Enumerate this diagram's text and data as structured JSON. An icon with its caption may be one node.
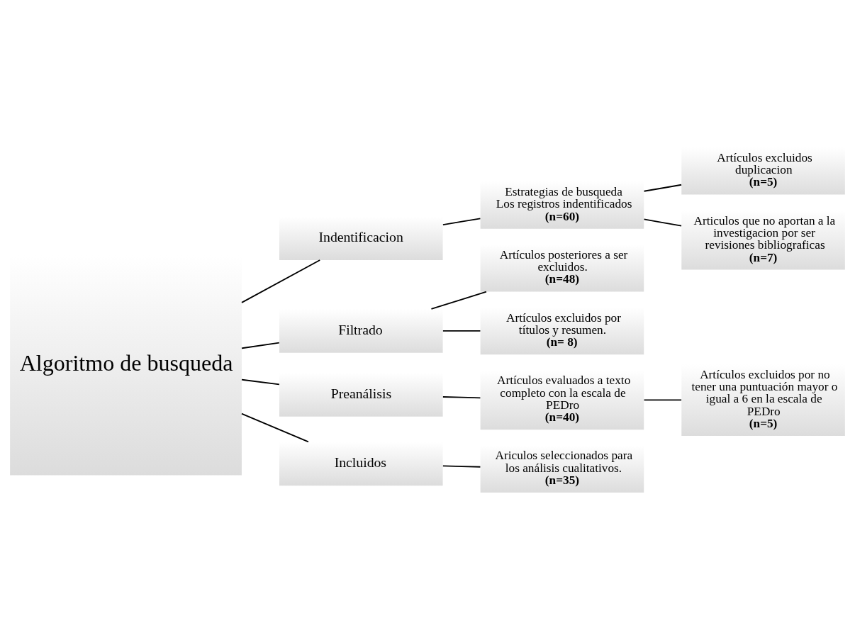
{
  "diagram": {
    "nodes": [
      {
        "text": [
          "Algoritmo de busqueda"
        ]
      },
      {
        "text": [
          "Indentificacion"
        ]
      },
      {
        "text": [
          "Estrategias de busqueda",
          "Los registros indentificados",
          "(n=60)"
        ]
      },
      {
        "text": [
          "Artículos excluidos duplicacion",
          "(n=5)"
        ]
      },
      {
        "text": [
          "Articulos que no aportan a la investigacion por ser revisiones bibliograficas",
          "(n=7)"
        ]
      },
      {
        "text": [
          "Filtrado"
        ]
      },
      {
        "text": [
          "Artículos posteriores a ser excluidos.",
          "(n=48)"
        ]
      },
      {
        "text": [
          "Artículos excluidos por títulos y resumen.",
          "(n= 8)"
        ]
      },
      {
        "text": [
          "Preanálisis"
        ]
      },
      {
        "text": [
          "Artículos evaluados a texto completo con la escala de PEDro",
          "(n=40)"
        ]
      },
      {
        "text": [
          "Artículos excluidos por no tener una puntuación mayor o igual a 6 en la escala de PEDro",
          "(n=5)"
        ]
      },
      {
        "text": [
          "Incluidos"
        ]
      },
      {
        "text": [
          "Ariculos seleccionados para los análisis cualitativos.",
          "(n=35)"
        ]
      }
    ],
    "edges": [
      {
        "from": 0,
        "to": 1,
        "arrow": "none"
      },
      {
        "from": 0,
        "to": 5,
        "arrow": "none"
      },
      {
        "from": 0,
        "to": 8,
        "arrow": "none"
      },
      {
        "from": 0,
        "to": 11,
        "arrow": "none"
      },
      {
        "from": 1,
        "to": 2,
        "arrow": "none"
      },
      {
        "from": 2,
        "to": 3,
        "arrow": "none"
      },
      {
        "from": 2,
        "to": 4,
        "arrow": "none"
      },
      {
        "from": 5,
        "to": 6,
        "arrow": "none"
      },
      {
        "from": 5,
        "to": 7,
        "arrow": "none"
      },
      {
        "from": 8,
        "to": 9,
        "arrow": "none"
      },
      {
        "from": 9,
        "to": 10,
        "arrow": "none"
      },
      {
        "from": 11,
        "to": 12,
        "arrow": "none"
      }
    ]
  }
}
